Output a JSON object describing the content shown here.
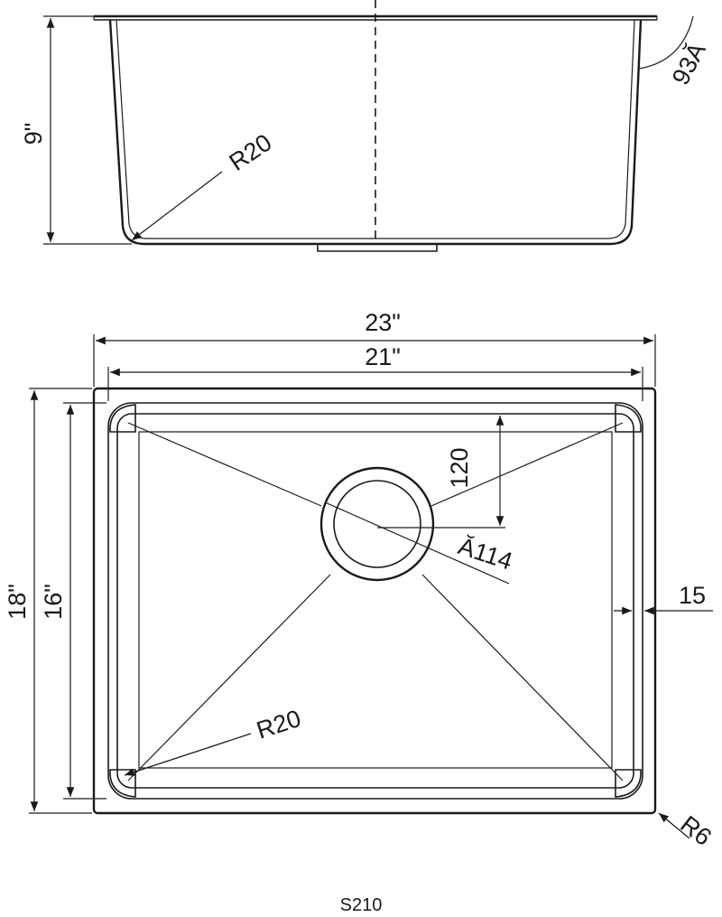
{
  "side_view": {
    "depth_label": "9\"",
    "radius_label": "R20",
    "angle_label": "93Ă"
  },
  "top_view": {
    "overall_width_label": "23\"",
    "inner_width_label": "21\"",
    "overall_depth_label": "18\"",
    "inner_depth_label": "16\"",
    "drain_offset_label": "120",
    "drain_diameter_label": "Ă114",
    "rim_width_label": "15",
    "corner_radius_label": "R20",
    "outer_radius_label": "R6"
  },
  "model_code": "S210"
}
